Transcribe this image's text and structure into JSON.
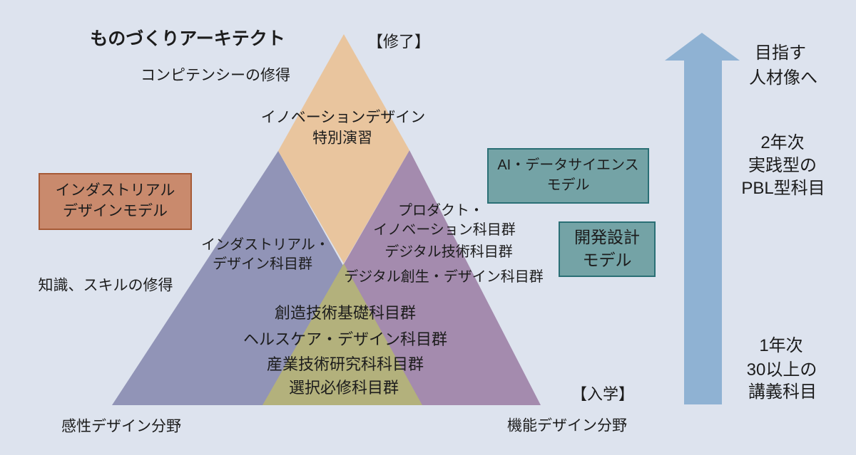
{
  "title": "ものづくりアーキテクト",
  "top": {
    "completion": "【修了】",
    "competency": "コンピテンシーの修得"
  },
  "center_triangle": {
    "line1": "イノベーションデザイン",
    "line2": "特別演習"
  },
  "industrial_box": {
    "line1": "インダストリアル",
    "line2": "デザインモデル"
  },
  "ai_box": {
    "line1": "AI・データサイエンス",
    "line2": "モデル"
  },
  "dev_box": {
    "line1": "開発設計",
    "line2": "モデル"
  },
  "left_triangle": {
    "line1": "インダストリアル・",
    "line2": "デザイン科目群"
  },
  "right_triangle": {
    "line1": "プロダクト・",
    "line2": "イノベーション科目群",
    "line3": "デジタル技術科目群",
    "line4": "デジタル創生・デザイン科目群"
  },
  "base_area": {
    "line1": "創造技術基礎科目群",
    "line2": "ヘルスケア・デザイン科目群",
    "line3": "産業技術研究科科目群",
    "line4": "選択必修科目群"
  },
  "side_labels": {
    "knowledge": "知識、スキルの修得",
    "kansei_field": "感性デザイン分野",
    "kinou_field": "機能デザイン分野",
    "admission": "【入学】"
  },
  "arrow_labels": {
    "goal_line1": "目指す",
    "goal_line2": "人材像へ",
    "year2_line1": "2年次",
    "year2_line2": "実践型の",
    "year2_line3": "PBL型科目",
    "year1_line1": "1年次",
    "year1_line2": "30以上の",
    "year1_line3": "講義科目"
  },
  "colors": {
    "background": "#dde3ee",
    "center_triangle_tan": "#e9c59e",
    "left_triangle_slate": "#9194b7",
    "right_triangle_purple": "#a48bae",
    "overlap_olive": "#b3b17c",
    "industrial_box_fill": "#c98a6d",
    "industrial_box_border": "#a65a36",
    "teal_box_fill": "#74a3a6",
    "teal_box_border": "#2a6f75",
    "arrow_blue": "#8fb2d3",
    "text": "#1c1c1c"
  }
}
